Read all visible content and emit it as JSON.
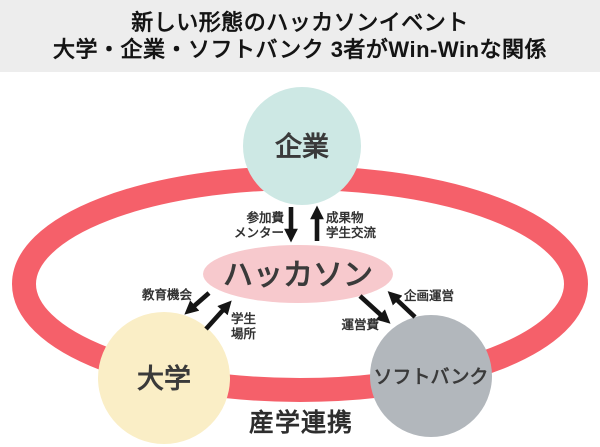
{
  "title": {
    "line1": "新しい形態のハッカソンイベント",
    "line2": "大学・企業・ソフトバンク 3者がWin-Winな関係"
  },
  "nodes": {
    "company": {
      "label": "企業",
      "color": "#cde8e4"
    },
    "university": {
      "label": "大学",
      "color": "#faeec6"
    },
    "softbank": {
      "label": "ソフトバンク",
      "color": "#b2b7bc"
    },
    "hackathon": {
      "label": "ハッカソン",
      "color": "#f7c9cd"
    }
  },
  "edges": {
    "company_to_hackathon": {
      "lines": [
        "参加費",
        "メンター"
      ]
    },
    "hackathon_to_company": {
      "lines": [
        "成果物",
        "学生交流"
      ]
    },
    "hackathon_to_university": {
      "lines": [
        "教育機会"
      ]
    },
    "university_to_hackathon": {
      "lines": [
        "学生",
        "場所"
      ]
    },
    "softbank_to_hackathon": {
      "lines": [
        "企画運営"
      ]
    },
    "hackathon_to_softbank": {
      "lines": [
        "運営費"
      ]
    }
  },
  "footer": {
    "label": "産学連携"
  },
  "colors": {
    "ring": "#f5606a",
    "arrow": "#151515",
    "title_bg": "#ededed"
  }
}
